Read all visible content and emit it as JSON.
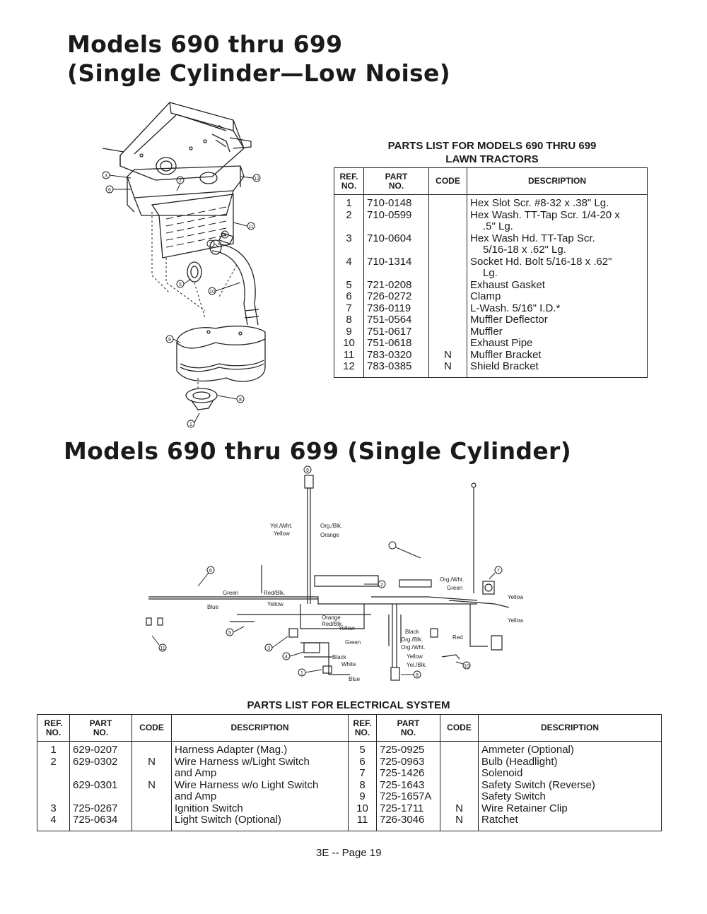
{
  "page": {
    "title_top_line1": "Models 690 thru 699",
    "title_top_line2": "(Single Cylinder—Low Noise)",
    "title_electrical": "Models 690 thru 699 (Single Cylinder)",
    "footer": "3E -- Page 19"
  },
  "muffler_parts": {
    "heading_line1": "PARTS LIST FOR MODELS 690 THRU 699",
    "heading_line2": "LAWN TRACTORS",
    "columns": {
      "ref_l1": "REF.",
      "ref_l2": "NO.",
      "part_l1": "PART",
      "part_l2": "NO.",
      "code": "CODE",
      "desc": "DESCRIPTION"
    },
    "rows": [
      {
        "ref": "1",
        "part": "710-0148",
        "code": "",
        "desc": "Hex Slot Scr. #8-32 x .38\" Lg.",
        "desc2": ""
      },
      {
        "ref": "2",
        "part": "710-0599",
        "code": "",
        "desc": "Hex Wash. TT-Tap Scr. 1/4-20 x",
        "desc2": ".5\" Lg."
      },
      {
        "ref": "3",
        "part": "710-0604",
        "code": "",
        "desc": "Hex Wash Hd. TT-Tap Scr.",
        "desc2": "5/16-18 x .62\" Lg."
      },
      {
        "ref": "4",
        "part": "710-1314",
        "code": "",
        "desc": "Socket Hd. Bolt 5/16-18 x .62\"",
        "desc2": "Lg."
      },
      {
        "ref": "5",
        "part": "721-0208",
        "code": "",
        "desc": "Exhaust Gasket",
        "desc2": ""
      },
      {
        "ref": "6",
        "part": "726-0272",
        "code": "",
        "desc": "Clamp",
        "desc2": ""
      },
      {
        "ref": "7",
        "part": "736-0119",
        "code": "",
        "desc": "L-Wash. 5/16\" I.D.*",
        "desc2": ""
      },
      {
        "ref": "8",
        "part": "751-0564",
        "code": "",
        "desc": "Muffler Deflector",
        "desc2": ""
      },
      {
        "ref": "9",
        "part": "751-0617",
        "code": "",
        "desc": "Muffler",
        "desc2": ""
      },
      {
        "ref": "10",
        "part": "751-0618",
        "code": "",
        "desc": "Exhaust Pipe",
        "desc2": ""
      },
      {
        "ref": "11",
        "part": "783-0320",
        "code": "N",
        "desc": "Muffler Bracket",
        "desc2": ""
      },
      {
        "ref": "12",
        "part": "783-0385",
        "code": "N",
        "desc": "Shield Bracket",
        "desc2": ""
      }
    ]
  },
  "electrical_parts": {
    "heading": "PARTS LIST FOR ELECTRICAL SYSTEM",
    "columns": {
      "ref_l1": "REF.",
      "ref_l2": "NO.",
      "part_l1": "PART",
      "part_l2": "NO.",
      "code": "CODE",
      "desc": "DESCRIPTION"
    },
    "left_rows": [
      {
        "ref": "1",
        "part": "629-0207",
        "code": "",
        "desc": "Harness Adapter (Mag.)",
        "desc2": ""
      },
      {
        "ref": "2",
        "part": "629-0302",
        "code": "N",
        "desc": "Wire Harness w/Light Switch",
        "desc2": "and Amp"
      },
      {
        "ref": "",
        "part": "629-0301",
        "code": "N",
        "desc": "Wire Harness w/o Light Switch",
        "desc2": "and Amp"
      },
      {
        "ref": "3",
        "part": "725-0267",
        "code": "",
        "desc": "Ignition Switch",
        "desc2": ""
      },
      {
        "ref": "4",
        "part": "725-0634",
        "code": "",
        "desc": "Light Switch (Optional)",
        "desc2": ""
      }
    ],
    "right_rows": [
      {
        "ref": "5",
        "part": "725-0925",
        "code": "",
        "desc": "Ammeter (Optional)"
      },
      {
        "ref": "6",
        "part": "725-0963",
        "code": "",
        "desc": "Bulb (Headlight)"
      },
      {
        "ref": "7",
        "part": "725-1426",
        "code": "",
        "desc": "Solenoid"
      },
      {
        "ref": "8",
        "part": "725-1643",
        "code": "",
        "desc": "Safety Switch (Reverse)"
      },
      {
        "ref": "9",
        "part": "725-1657A",
        "code": "",
        "desc": "Safety Switch"
      },
      {
        "ref": "10",
        "part": "725-1711",
        "code": "N",
        "desc": "Wire Retainer Clip"
      },
      {
        "ref": "11",
        "part": "726-3046",
        "code": "N",
        "desc": "Ratchet"
      }
    ]
  },
  "muffler_diagram": {
    "callouts": [
      "3",
      "6",
      "2",
      "12",
      "11",
      "4",
      "7",
      "5",
      "10",
      "8",
      "9",
      "1"
    ]
  },
  "wiring_diagram": {
    "wire_labels": {
      "yel_wht": "Yel./Wht.",
      "org_blk": "Org./Blk.",
      "yellow": "Yellow",
      "orange": "Orange",
      "green": "Green",
      "red_blk": "Red/Blk.",
      "blue": "Blue",
      "yellow2": "Yellow",
      "org_wht": "Org./Wht.",
      "green2": "Green",
      "yellow_r1": "Yellow",
      "yellow_r2": "Yellow",
      "orange2": "Orange",
      "red_blk2": "Red/Blk.",
      "yellow3": "Yellow",
      "green3": "Green",
      "black": "Black",
      "org_blk2": "Org./Blk.",
      "org_wht2": "Org./Wht.",
      "yellow4": "Yellow",
      "yel_blk": "Yel./Blk.",
      "red": "Red",
      "black2": "Black",
      "white": "White",
      "blue2": "Blue"
    },
    "callouts": [
      "9",
      "6",
      "3",
      "2",
      "7",
      "4",
      "11",
      "1",
      "10",
      "8",
      "5"
    ]
  }
}
